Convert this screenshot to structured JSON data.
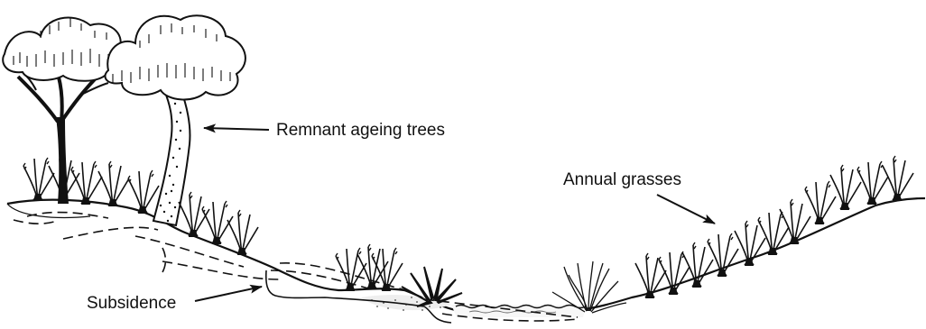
{
  "labels": {
    "trees": "Remnant ageing trees",
    "grasses": "Annual grasses",
    "subsidence": "Subsidence"
  },
  "colors": {
    "ink": "#111111",
    "background": "#ffffff"
  },
  "illustration": {
    "elements": [
      "eucalyptus-tree",
      "grass-tuft",
      "spiky-plant",
      "water-pool",
      "ground-line",
      "underground-dashed-lines"
    ]
  }
}
